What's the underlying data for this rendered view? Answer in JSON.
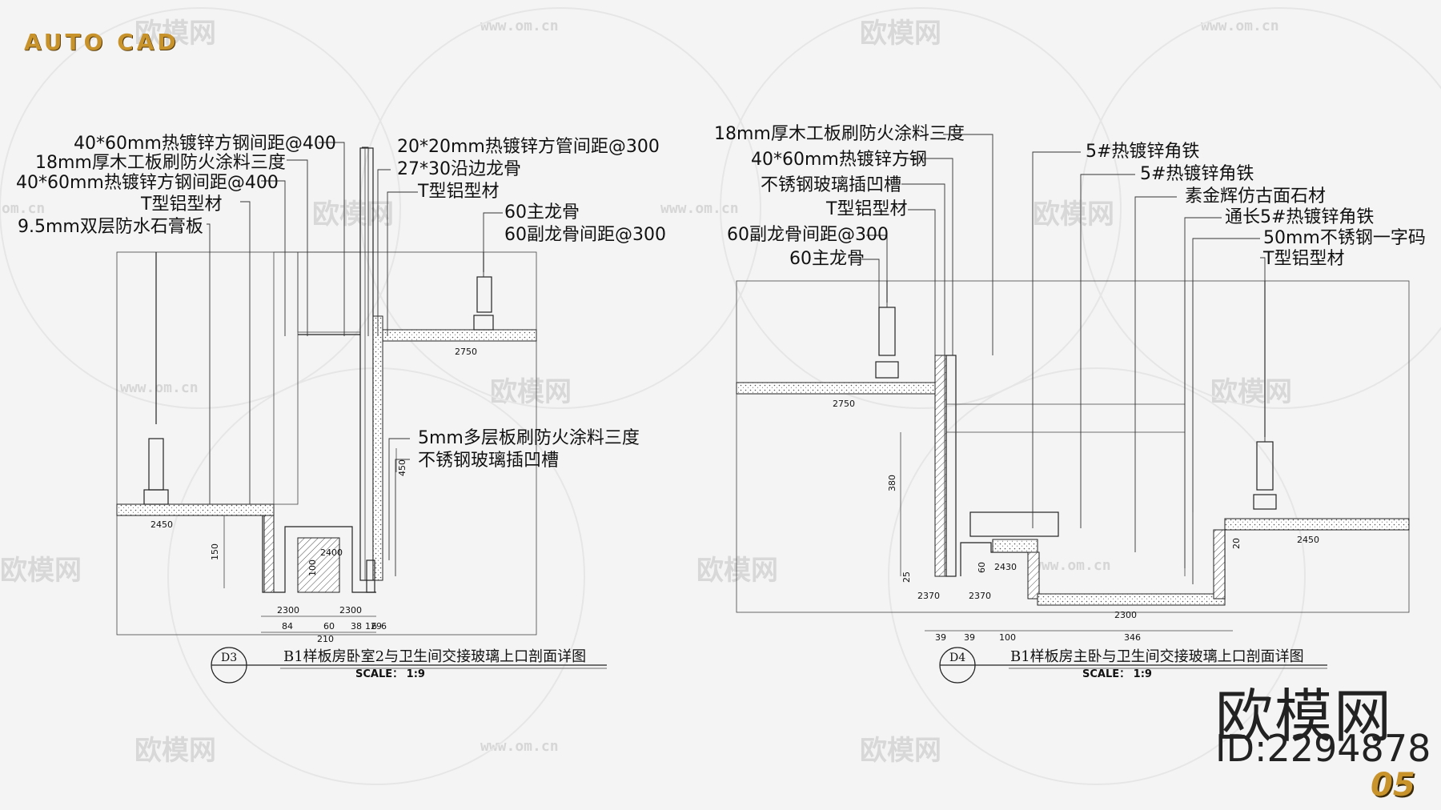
{
  "brand": "AUTO CAD",
  "page_number": "05",
  "watermark": {
    "logo_text": "欧模网",
    "url": "www.om.cn",
    "url_partial": "om.cn",
    "id": "ID:2294878"
  },
  "detail_d3": {
    "tag": "D3",
    "title": "B1样板房卧室2与卫生间交接玻璃上口剖面详图",
    "scale": "SCALE： 1:9",
    "labels": [
      "40*60mm热镀锌方钢间距@400",
      "18mm厚木工板刷防火涂料三度",
      "40*60mm热镀锌方钢间距@400",
      "T型铝型材",
      "9.5mm双层防水石膏板",
      "20*20mm热镀锌方管间距@300",
      "27*30沿边龙骨",
      "T型铝型材",
      "60主龙骨",
      "60副龙骨间距@300",
      "5mm多层板刷防火涂料三度",
      "不锈钢玻璃插凹槽"
    ],
    "elevations": [
      "2750",
      "2450",
      "2400",
      "2300",
      "2300"
    ],
    "dims": [
      "150",
      "100",
      "450",
      "84",
      "60",
      "38",
      "12",
      "6",
      "9",
      "6",
      "210"
    ]
  },
  "detail_d4": {
    "tag": "D4",
    "title": "B1样板房主卧与卫生间交接玻璃上口剖面详图",
    "scale": "SCALE： 1:9",
    "labels": [
      "18mm厚木工板刷防火涂料三度",
      "40*60mm热镀锌方钢",
      "不锈钢玻璃插凹槽",
      "T型铝型材",
      "60副龙骨间距@300",
      "60主龙骨",
      "5#热镀锌角铁",
      "5#热镀锌角铁",
      "素金辉仿古面石材",
      "通长5#热镀锌角铁",
      "50mm不锈钢一字码",
      "T型铝型材"
    ],
    "elevations": [
      "2750",
      "2450",
      "2430",
      "2370",
      "2370",
      "2300"
    ],
    "dims": [
      "380",
      "25",
      "60",
      "20",
      "39",
      "39",
      "100",
      "346"
    ]
  }
}
